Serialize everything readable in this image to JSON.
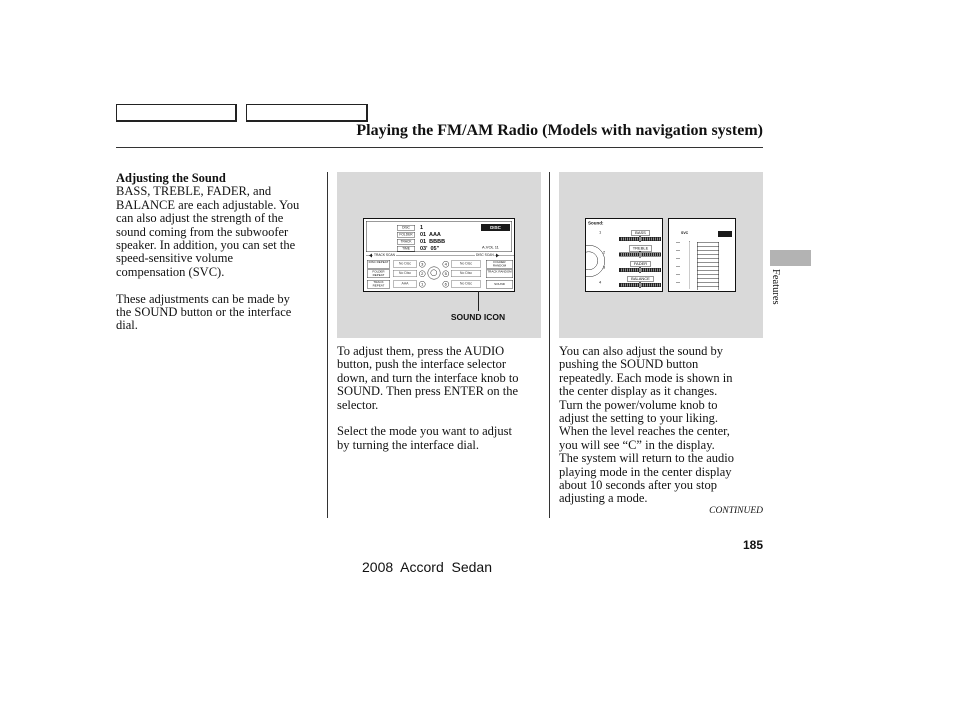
{
  "header": {
    "title": "Playing the FM/AM Radio (Models with navigation system)"
  },
  "left_column": {
    "heading": "Adjusting the Sound",
    "paragraph_1": [
      "BASS, TREBLE, FADER, and",
      "BALANCE are each adjustable. You",
      "can also adjust the strength of the",
      "sound coming from the subwoofer",
      "speaker. In addition, you can set the",
      "speed-sensitive volume",
      "compensation (SVC)."
    ],
    "paragraph_2": [
      "These adjustments can be made by",
      "the SOUND button or the interface",
      "dial."
    ]
  },
  "middle_column": {
    "figure": {
      "screen": {
        "info_labels": [
          "DISC",
          "FOLDER",
          "TRACK",
          "TIME"
        ],
        "info_values": [
          "1",
          "01  AAA",
          "01  BBBB",
          "03'  05\""
        ],
        "mode_badge": "DISC",
        "volume": "A.VOL 11",
        "scan_left": "TRACK SCAN",
        "scan_right": "DISC SCAN",
        "left_buttons": [
          "DISC REPEAT",
          "FOLDER REPEAT",
          "TRACK REPEAT"
        ],
        "right_buttons": [
          "FOLDER RANDOM",
          "TRACK RANDOM",
          "SOUND"
        ],
        "presets_left": [
          {
            "number": "3",
            "name": "No Disc"
          },
          {
            "number": "2",
            "name": "No Disc"
          },
          {
            "number": "1",
            "name": "AAA"
          }
        ],
        "presets_right": [
          {
            "number": "4",
            "name": "No Disc"
          },
          {
            "number": "5",
            "name": "No Disc"
          },
          {
            "number": "6",
            "name": "No Disc"
          }
        ]
      },
      "callout": "SOUND ICON"
    },
    "paragraph_1": [
      "To adjust them, press the AUDIO",
      "button, push the interface selector",
      "down, and turn the interface knob to",
      "SOUND. Then press ENTER on the",
      "selector."
    ],
    "paragraph_2": [
      "Select the mode you want to adjust",
      "by turning the interface dial."
    ]
  },
  "right_column": {
    "figure": {
      "screen": {
        "title": "Sound:",
        "dial_numbers": [
          "1",
          "2",
          "3",
          "4"
        ],
        "sliders": [
          {
            "label": "BASS",
            "level": 0.5
          },
          {
            "label": "TREBLE",
            "level": 0.5
          },
          {
            "label": "FADER",
            "level": 0.5
          },
          {
            "label": "BALANCE",
            "level": 0.5
          }
        ],
        "side_panel_label": "SVC"
      }
    },
    "paragraph_1": [
      "You can also adjust the sound by",
      "pushing the SOUND button",
      "repeatedly. Each mode is shown in",
      "the center display as it changes.",
      "Turn the power/volume knob to",
      "adjust the setting to your liking.",
      "When the level reaches the center,",
      "you will see “C” in the display.",
      "The system will return to the audio",
      "playing mode in the center display",
      "about 10 seconds after you stop",
      "adjusting a mode."
    ],
    "continued": "CONTINUED"
  },
  "side_tab": {
    "label": "Features"
  },
  "page_number": "185",
  "footer": "2008  Accord  Sedan",
  "colors": {
    "figure_background": "#d9d9d9",
    "tab_background": "#b3b3b3",
    "text": "#111111"
  }
}
